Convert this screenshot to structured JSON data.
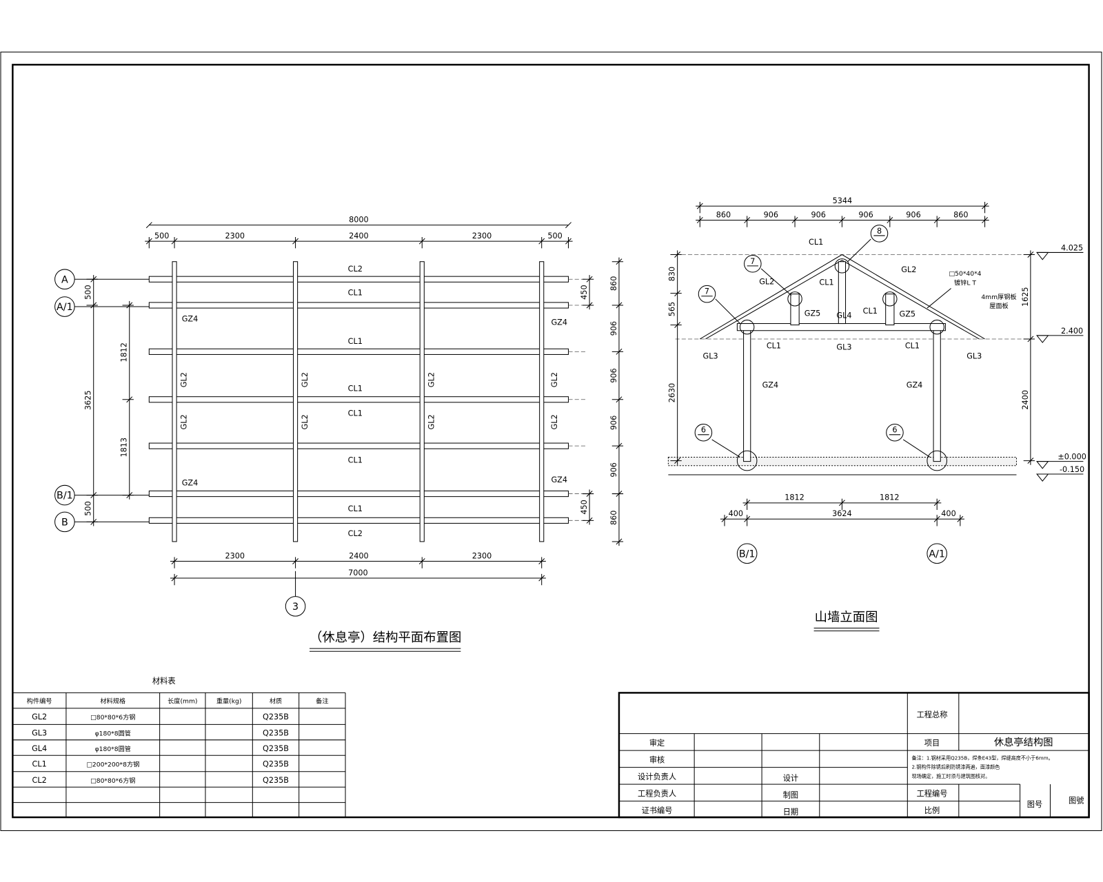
{
  "plan": {
    "title": "（休息亭）结构平面布置图",
    "axes": {
      "A": "A",
      "A1": "A/1",
      "B1": "B/1",
      "B": "B",
      "c3": "3"
    },
    "dims_top_total": "8000",
    "dims_top": [
      "500",
      "2300",
      "2400",
      "2300",
      "500"
    ],
    "dims_bottom": [
      "2300",
      "2400",
      "2300"
    ],
    "dims_bottom_total": "7000",
    "dims_left_outer": [
      "500",
      "3625",
      "500"
    ],
    "dims_left_inner": [
      "1812",
      "1813"
    ],
    "dims_right_outer": [
      "860",
      "906",
      "906",
      "906",
      "906",
      "860"
    ],
    "dims_right_inner": [
      "450",
      "450"
    ],
    "member_labels": [
      "CL2",
      "CL1",
      "GZ4",
      "GZ4",
      "CL1",
      "GL2",
      "GL2",
      "GL2",
      "GL2",
      "CL1",
      "CL1",
      "GL2",
      "GL2",
      "GL2",
      "GL2",
      "CL1",
      "GZ4",
      "GZ4",
      "CL1",
      "CL2"
    ]
  },
  "elevation": {
    "title": "山墙立面图",
    "dims_top_total": "5344",
    "dims_top": [
      "860",
      "906",
      "906",
      "906",
      "906",
      "860"
    ],
    "dims_left": [
      "830",
      "565",
      "2630"
    ],
    "dims_right": [
      "1625",
      "2400"
    ],
    "levels": [
      "4.025",
      "2.400",
      "±0.000",
      "-0.150"
    ],
    "dims_bottom_inner": [
      "1812",
      "1812"
    ],
    "dims_bottom": [
      "400",
      "3624",
      "400"
    ],
    "axes": [
      "B/1",
      "A/1"
    ],
    "detail_marks": [
      "8",
      "7",
      "7",
      "6",
      "6"
    ],
    "member_labels": [
      "CL1",
      "GL2",
      "CL1",
      "GL2",
      "GZ5",
      "GL4",
      "CL1",
      "GZ5",
      "CL1",
      "GL3",
      "CL1",
      "GL3",
      "GL3",
      "GZ4",
      "GZ4"
    ],
    "note_tube": "□50*40*4",
    "note_tube2": "镀锌L T",
    "note_plate": "4mm厚钢板",
    "note_plate2": "屋面板"
  },
  "material_table": {
    "title": "材料表",
    "headers": [
      "构件编号",
      "材料规格",
      "长度(mm)",
      "重量(kg)",
      "材质",
      "备注"
    ],
    "rows": [
      [
        "GL2",
        "□80*80*6方钢",
        "",
        "",
        "Q235B",
        ""
      ],
      [
        "GL3",
        "φ180*8圆管",
        "",
        "",
        "Q235B",
        ""
      ],
      [
        "GL4",
        "φ180*8圆管",
        "",
        "",
        "Q235B",
        ""
      ],
      [
        "CL1",
        "□200*200*8方钢",
        "",
        "",
        "Q235B",
        ""
      ],
      [
        "CL2",
        "□80*80*6方钢",
        "",
        "",
        "Q235B",
        ""
      ]
    ]
  },
  "title_block": {
    "project_name_label": "工程总称",
    "item_label": "项目",
    "item_value": "休息亭结构图",
    "approve": "审定",
    "review": "审核",
    "design_lead": "设计负责人",
    "design": "设计",
    "eng_lead": "工程负责人",
    "drafting": "制图",
    "cert_no": "证书编号",
    "date": "日期",
    "project_no": "工程编号",
    "scale": "比例",
    "drawing_no": "图号",
    "drawing_no_value": "图號",
    "note1": "备注：1.钢材采用Q235B，焊条E43型，焊缝高度不小于6mm。",
    "note2": "2.钢构件除锈后刷防锈漆两遍，面漆颜色",
    "note3": "现场确定，施工时须与建筑图核对。"
  }
}
